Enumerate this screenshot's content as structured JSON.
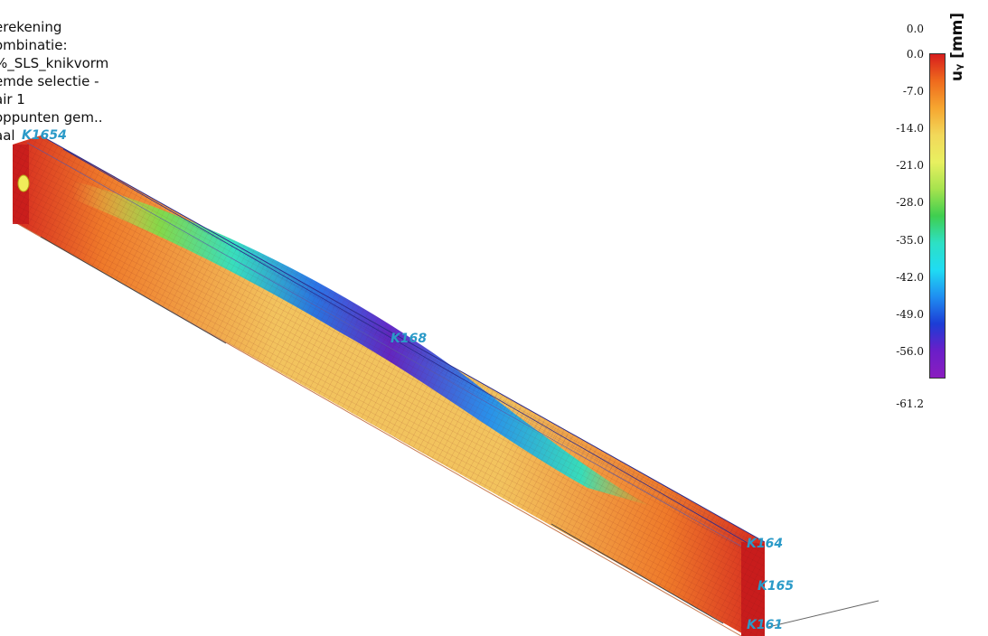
{
  "info_panel": {
    "lines": [
      "erekening",
      "ombinatie:",
      "%_SLS_knikvorm",
      "emde selectie -",
      "air 1",
      "oppunten gem..",
      "aal"
    ]
  },
  "node_labels": {
    "k_top_left": "K1654",
    "k_middle": "K168",
    "k_right_top": "K164",
    "k_right_mid": "K165",
    "k_right_bottom": "K161"
  },
  "legend": {
    "quantity": "uᵧ [mm]",
    "ticks": [
      "0.0",
      "0.0",
      "-7.0",
      "-14.0",
      "-21.0",
      "-28.0",
      "-35.0",
      "-42.0",
      "-49.0",
      "-56.0",
      "-61.2"
    ],
    "colors": [
      "#d71d1d",
      "#ef6b1d",
      "#f6a630",
      "#f2d85a",
      "#e8f060",
      "#a6e34e",
      "#3fce4f",
      "#2de0c4",
      "#1fdcf3",
      "#1f8ef1",
      "#1c3dd6",
      "#6a1ec9",
      "#8a1dbf"
    ]
  },
  "colors": {
    "node_label": "#2a9ac8",
    "grid": "#2b2b8c"
  }
}
